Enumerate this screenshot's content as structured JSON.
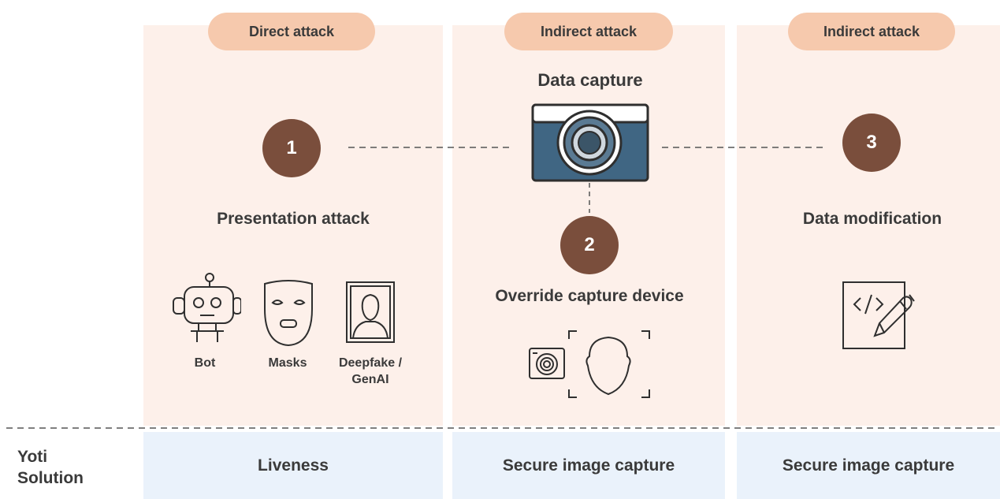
{
  "columns": [
    {
      "tag": "Direct attack",
      "title": "Presentation attack",
      "badge": "1"
    },
    {
      "tag": "Indirect attack",
      "heading": "Data capture",
      "title": "Override capture device",
      "badge": "2"
    },
    {
      "tag": "Indirect attack",
      "title": "Data modification",
      "badge": "3"
    }
  ],
  "attack_types": [
    {
      "label": "Bot",
      "icon": "robot-icon"
    },
    {
      "label": "Masks",
      "icon": "mask-icon"
    },
    {
      "label": "Deepfake /\nGenAI",
      "icon": "portrait-icon"
    }
  ],
  "solution": {
    "row_label": "Yoti\nSolution",
    "items": [
      "Liveness",
      "Secure image capture",
      "Secure image capture"
    ]
  },
  "colors": {
    "attack_bg": "#fdf0ea",
    "solution_bg": "#eaf2fb",
    "pill": "#f6c9ad",
    "badge": "#7a4e3c",
    "camera_body": "#406683"
  }
}
